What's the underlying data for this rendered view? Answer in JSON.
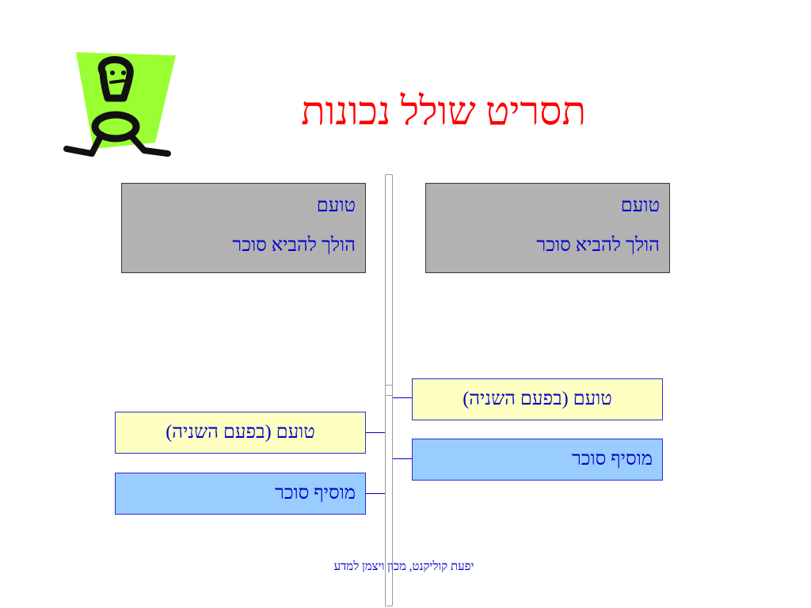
{
  "slide": {
    "title": "תסריט שולל נכונות",
    "left_column": {
      "box1": {
        "line1": "טועם",
        "line2": "הולך להביא סוכר"
      },
      "box2": "טועם (בפעם השניה)",
      "box3": "מוסיף סוכר"
    },
    "right_column": {
      "box1": {
        "line1": "טועם",
        "line2": "הולך להביא סוכר"
      },
      "box2": "טועם (בפעם השניה)",
      "box3": "מוסיף סוכר"
    },
    "footer": "יפעת קוליקנט, מכון ויצמן למדע"
  },
  "colors": {
    "title": "#ff0000",
    "text": "#0000cc",
    "gray_box": "#b2b2b2",
    "yellow_box": "#ffffc2",
    "blue_box": "#99ccff",
    "clipart_bg": "#99ff33"
  },
  "icons": {
    "clipart": "cartoon-figure-icon"
  }
}
